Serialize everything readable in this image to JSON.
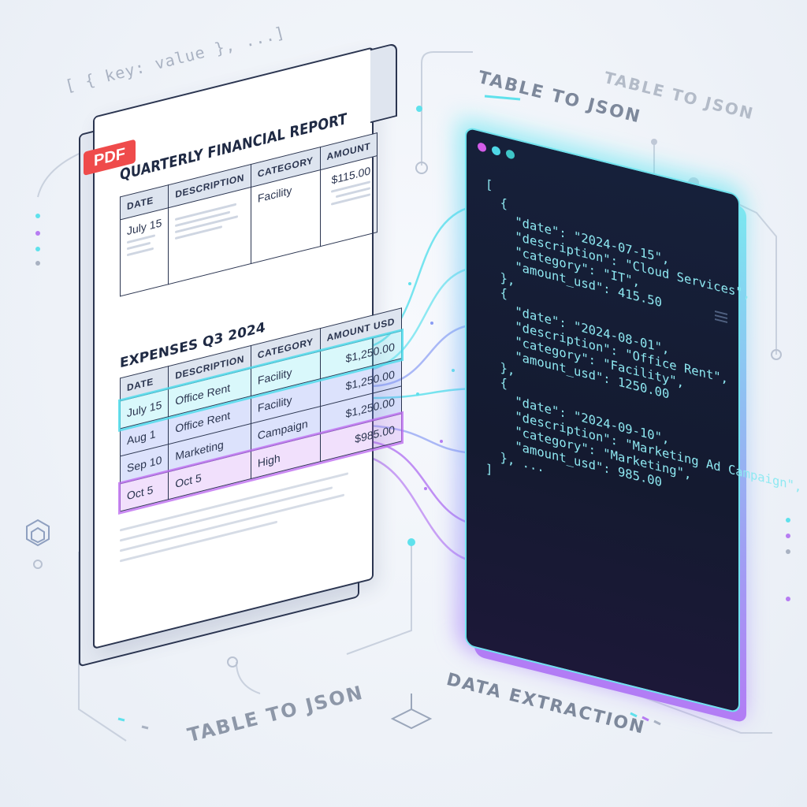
{
  "background_labels": {
    "key_value_hint": "[ { key: value }, ...]",
    "top_label_1": "TABLE TO JSON",
    "top_label_2": "TABLE TO JSON",
    "bottom_label_left": "TABLE TO JSON",
    "bottom_label_right": "DATA EXTRACTION"
  },
  "document": {
    "badge": "PDF",
    "title": "QUARTERLY FINANCIAL REPORT",
    "top_table": {
      "headers": [
        "DATE",
        "DESCRIPTION",
        "CATEGORY",
        "AMOUNT"
      ],
      "row": {
        "date": "July 15",
        "category": "Facility",
        "amount": "$115.00"
      }
    },
    "section_title": "EXPENSES Q3 2024",
    "expenses_table": {
      "headers": [
        "DATE",
        "DESCRIPTION",
        "CATEGORY",
        "AMOUNT USD"
      ],
      "rows": [
        {
          "date": "July 15",
          "description": "Office Rent",
          "category": "Facility",
          "amount": "$1,250.00"
        },
        {
          "date": "Aug 1",
          "description": "Office Rent",
          "category": "Facility",
          "amount": "$1,250.00"
        },
        {
          "date": "Sep 10",
          "description": "Marketing",
          "category": "Campaign",
          "amount": "$1,250.00"
        },
        {
          "date": "Oct 5",
          "description": "Oct 5",
          "category": "High",
          "amount": "$985.00"
        }
      ]
    }
  },
  "code_panel": {
    "lines": [
      "[",
      "  {",
      "    \"date\": \"2024-07-15\",",
      "    \"description\": \"Cloud Services\",",
      "    \"category\": \"IT\",",
      "    \"amount_usd\": 415.50",
      "  },",
      "  {",
      "    \"date\": \"2024-08-01\",",
      "    \"description\": \"Office Rent\",",
      "    \"category\": \"Facility\",",
      "    \"amount_usd\": 1250.00",
      "  },",
      "  {",
      "    \"date\": \"2024-09-10\",",
      "    \"description\": \"Marketing Ad Campaign\",",
      "    \"category\": \"Marketing\",",
      "    \"amount_usd\": 985.00",
      "  }, ...",
      "]"
    ]
  },
  "colors": {
    "cyan": "#5fe1ec",
    "blue": "#7f8ff5",
    "purple": "#b67cf2",
    "pdf_red": "#ef4b4b",
    "ink": "#2b3550"
  }
}
